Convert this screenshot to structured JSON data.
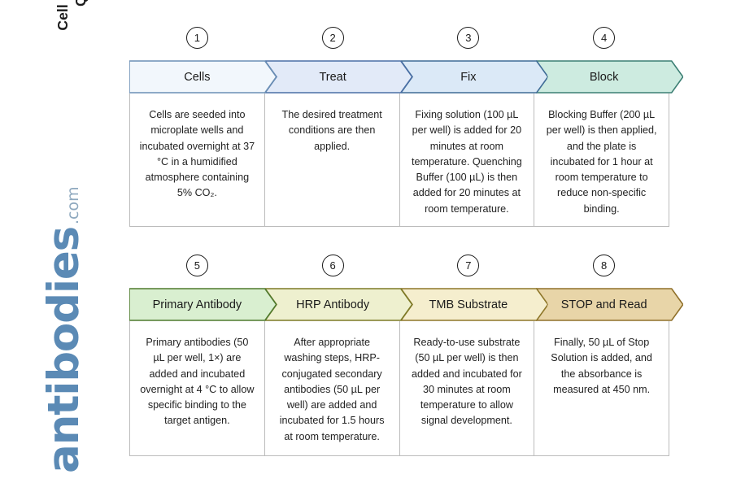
{
  "title_lines": [
    "Cell Based ELISA Kits",
    "Quick Protocol"
  ],
  "brand": {
    "name": "antibodies",
    "tld": ".com",
    "color": "#5b8ab5"
  },
  "rows": [
    {
      "name": "row-1",
      "steps": [
        {
          "number": "1",
          "label": "Cells",
          "fill": "#f2f7fc",
          "stroke": "#6b8fb5",
          "body": "Cells are seeded into microplate wells and incubated overnight at 37 °C in a humidified atmosphere containing 5% CO₂."
        },
        {
          "number": "2",
          "label": "Treat",
          "fill": "#e2eaf8",
          "stroke": "#4a6fa5",
          "body": "The desired treatment conditions are then applied."
        },
        {
          "number": "3",
          "label": "Fix",
          "fill": "#dbe9f7",
          "stroke": "#3f6c96",
          "body": "Fixing solution (100 µL per well) is added for 20 minutes at room temperature. Quenching Buffer (100 µL) is then added for 20 minutes at room temperature."
        },
        {
          "number": "4",
          "label": "Block",
          "fill": "#cdebe0",
          "stroke": "#3c7f74",
          "body": "Blocking Buffer (200 µL per well) is then applied, and the plate is incubated for 1 hour at room temperature to reduce non-specific binding."
        }
      ]
    },
    {
      "name": "row-2",
      "steps": [
        {
          "number": "5",
          "label": "Primary Antibody",
          "fill": "#d9efd0",
          "stroke": "#4f7a2e",
          "body": "Primary antibodies (50 µL per well, 1×) are added and incubated overnight at 4 °C to allow specific binding to the target antigen."
        },
        {
          "number": "6",
          "label": "HRP Antibody",
          "fill": "#eef0cf",
          "stroke": "#7d7a27",
          "body": "After appropriate washing steps, HRP-conjugated secondary antibodies (50 µL per well) are added and incubated for 1.5 hours at room temperature."
        },
        {
          "number": "7",
          "label": "TMB Substrate",
          "fill": "#f5eece",
          "stroke": "#8e7629",
          "body": "Ready-to-use substrate (50 µL per well) is then added and incubated for 30 minutes at room temperature to allow signal development."
        },
        {
          "number": "8",
          "label": "STOP and Read",
          "fill": "#e8d5a8",
          "stroke": "#90702a",
          "body": "Finally, 50 µL of Stop Solution is added, and the absorbance is measured at 450 nm."
        }
      ]
    }
  ]
}
